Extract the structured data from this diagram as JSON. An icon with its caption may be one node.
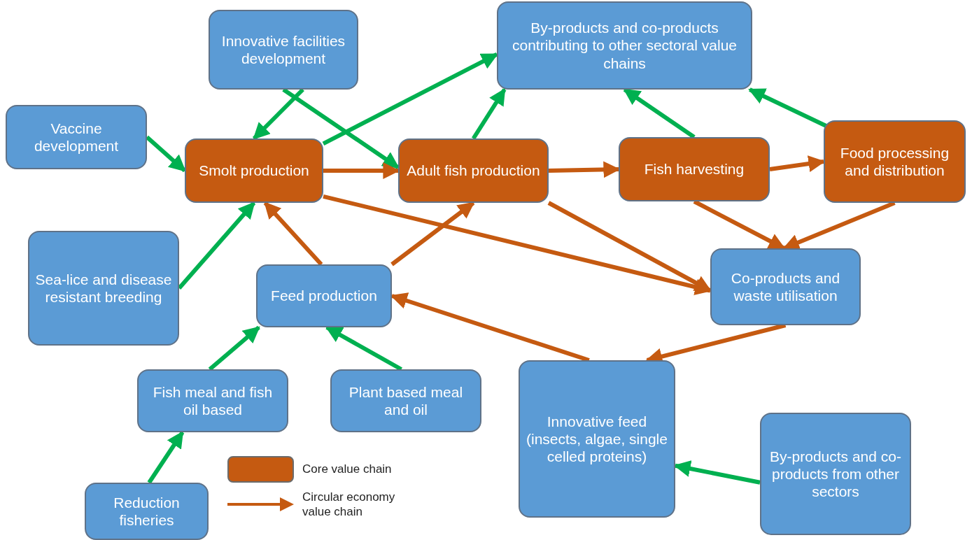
{
  "diagram": {
    "nodes": [
      {
        "text": [
          "Innovative facilities development"
        ]
      },
      {
        "text": [
          "By-products and co-products contributing to other sectoral value chains"
        ]
      },
      {
        "text": [
          "Vaccine development"
        ]
      },
      {
        "text": [
          "Smolt production"
        ]
      },
      {
        "text": [
          "Adult fish production"
        ]
      },
      {
        "text": [
          "Fish harvesting"
        ]
      },
      {
        "text": [
          "Food processing and distribution"
        ]
      },
      {
        "text": [
          "Sea-lice and disease resistant breeding"
        ]
      },
      {
        "text": [
          "Feed production"
        ]
      },
      {
        "text": [
          "Co-products and waste utilisation"
        ]
      },
      {
        "text": [
          "Fish meal and fish oil based"
        ]
      },
      {
        "text": [
          "Plant based meal and oil"
        ]
      },
      {
        "text": [
          "Innovative feed (insects, algae, single celled proteins)"
        ]
      },
      {
        "text": [
          "By-products and co-products from other sectors"
        ]
      },
      {
        "text": [
          "Reduction fisheries"
        ]
      }
    ],
    "edges": [
      {
        "from": 0,
        "to": 3,
        "arrow": "to"
      },
      {
        "from": 0,
        "to": 4,
        "arrow": "to"
      },
      {
        "from": 2,
        "to": 3,
        "arrow": "to"
      },
      {
        "from": 3,
        "to": 1,
        "arrow": "to"
      },
      {
        "from": 4,
        "to": 1,
        "arrow": "to"
      },
      {
        "from": 5,
        "to": 1,
        "arrow": "to"
      },
      {
        "from": 6,
        "to": 1,
        "arrow": "to"
      },
      {
        "from": 7,
        "to": 3,
        "arrow": "to"
      },
      {
        "from": 10,
        "to": 8,
        "arrow": "to"
      },
      {
        "from": 11,
        "to": 8,
        "arrow": "to"
      },
      {
        "from": 14,
        "to": 10,
        "arrow": "to"
      },
      {
        "from": 13,
        "to": 12,
        "arrow": "to"
      },
      {
        "from": 3,
        "to": 4,
        "arrow": "to",
        "color": "#c55a11"
      },
      {
        "from": 4,
        "to": 5,
        "arrow": "to",
        "color": "#c55a11"
      },
      {
        "from": 5,
        "to": 6,
        "arrow": "to",
        "color": "#c55a11"
      },
      {
        "from": 8,
        "to": 3,
        "arrow": "to",
        "color": "#c55a11"
      },
      {
        "from": 8,
        "to": 4,
        "arrow": "to",
        "color": "#c55a11"
      },
      {
        "from": 3,
        "to": 9,
        "arrow": "to",
        "color": "#c55a11"
      },
      {
        "from": 4,
        "to": 9,
        "arrow": "to",
        "color": "#c55a11"
      },
      {
        "from": 5,
        "to": 9,
        "arrow": "to",
        "color": "#c55a11"
      },
      {
        "from": 6,
        "to": 9,
        "arrow": "to",
        "color": "#c55a11"
      },
      {
        "from": 9,
        "to": 12,
        "arrow": "to",
        "color": "#c55a11"
      },
      {
        "from": 12,
        "to": 8,
        "arrow": "to",
        "color": "#c55a11"
      }
    ],
    "legend": [
      {
        "text": "Core value chain",
        "color": "#c55a11"
      },
      {
        "text": "Circular economy value chain"
      }
    ]
  }
}
